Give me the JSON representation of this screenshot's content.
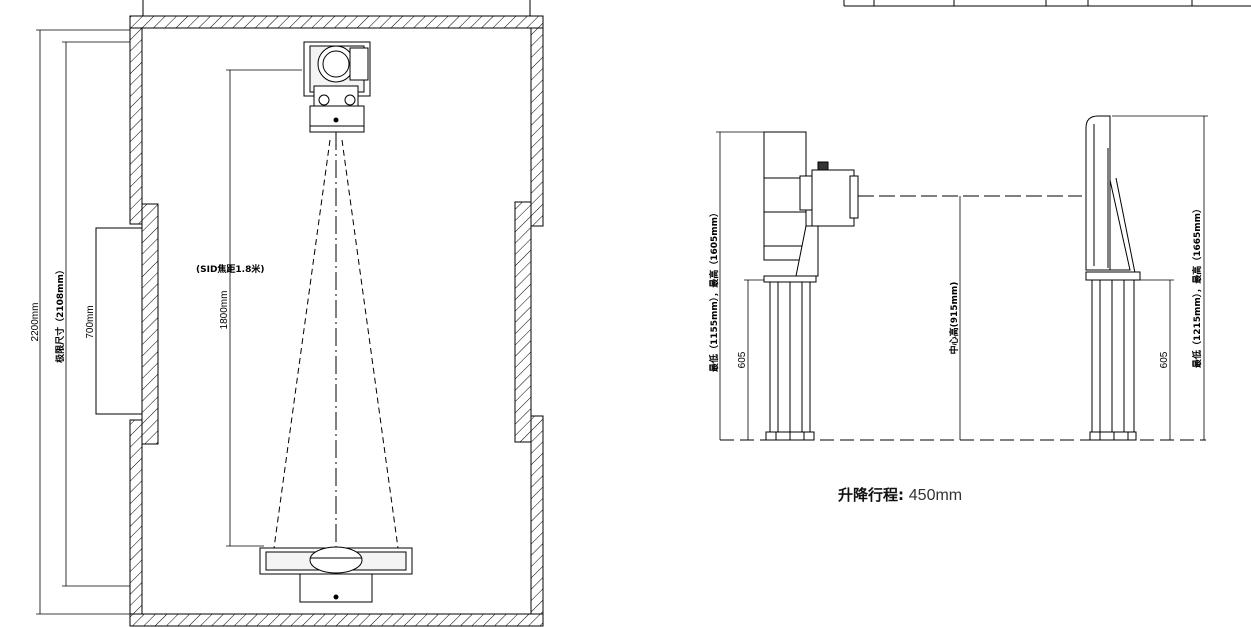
{
  "plan": {
    "room_height_label": "2200mm",
    "limit_size_label": "极限尺寸（2108mm）",
    "door_width_label": "700mm",
    "sid_label": "(SID焦距1.8米)",
    "sid_value_label": "1800mm"
  },
  "elevation": {
    "left_range_label": "最低（1155mm），最高（1605mm）",
    "left_column_label": "605",
    "center_height_label": "中心高(915mm)",
    "right_column_label": "605",
    "right_range_label": "最低（1215mm），最高（1665mm）"
  },
  "travel": {
    "label": "升降行程:",
    "value": "450mm"
  }
}
